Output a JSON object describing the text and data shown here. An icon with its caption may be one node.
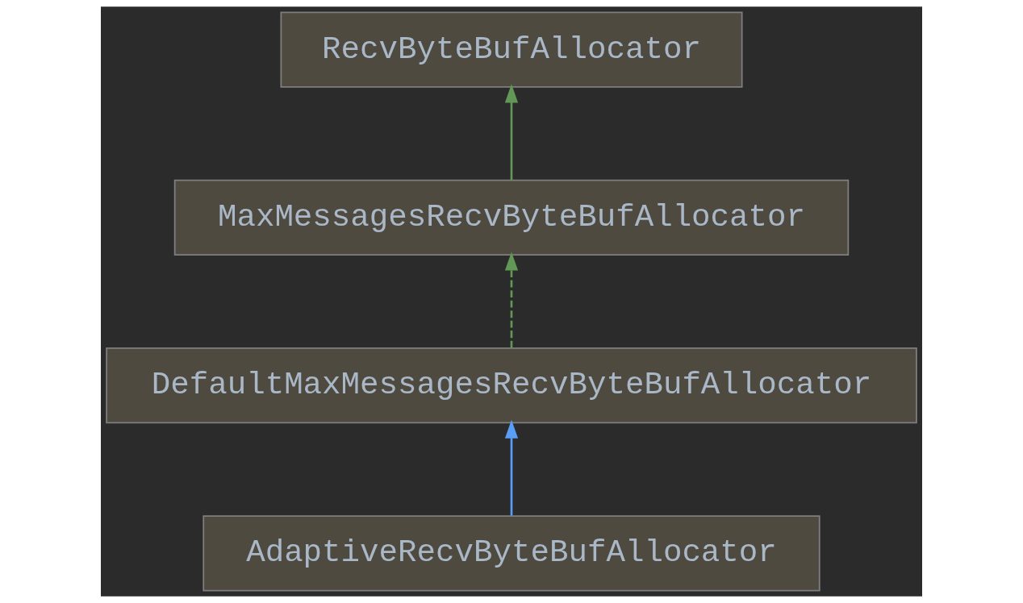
{
  "diagram": {
    "nodes": [
      {
        "text": [
          "RecvByteBufAllocator"
        ]
      },
      {
        "text": [
          "MaxMessagesRecvByteBufAllocator"
        ]
      },
      {
        "text": [
          "DefaultMaxMessagesRecvByteBufAllocator"
        ]
      },
      {
        "text": [
          "AdaptiveRecvByteBufAllocator"
        ]
      }
    ],
    "edges": [
      {
        "from": 1,
        "to": 0,
        "arrow": "to"
      },
      {
        "from": 2,
        "to": 1,
        "arrow": "to",
        "style": "dashed"
      },
      {
        "from": 3,
        "to": 2,
        "arrow": "to",
        "color": "#589df6"
      }
    ]
  }
}
